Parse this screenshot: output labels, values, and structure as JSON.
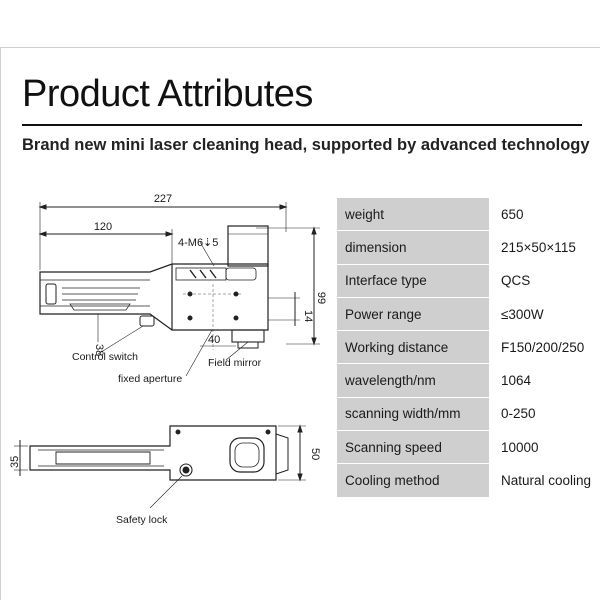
{
  "header": {
    "title": "Product Attributes",
    "subtitle": "Brand new mini laser cleaning head, supported by advanced technology"
  },
  "drawing": {
    "dimensions": {
      "overall_length": "227",
      "body_length": "120",
      "screw_holes": "4-M6⇣5",
      "height": "99",
      "mirror_height": "14",
      "switch_offset": "38",
      "mirror_offset": "40",
      "width_bottom": "50",
      "handle_width": "35"
    },
    "callouts": {
      "control_switch": "Control switch",
      "fixed_aperture": "fixed aperture",
      "field_mirror": "Field mirror",
      "safety_lock": "Safety lock"
    }
  },
  "specs": [
    {
      "key": "weight",
      "value": "650"
    },
    {
      "key": "dimension",
      "value": "215×50×115"
    },
    {
      "key": "Interface type",
      "value": "QCS"
    },
    {
      "key": "Power range",
      "value": "≤300W"
    },
    {
      "key": "Working distance",
      "value": "F150/200/250"
    },
    {
      "key": "wavelength/nm",
      "value": "1064"
    },
    {
      "key": "scanning width/mm",
      "value": "0-250"
    },
    {
      "key": "Scanning speed",
      "value": "10000"
    },
    {
      "key": "Cooling method",
      "value": "Natural cooling"
    }
  ],
  "colors": {
    "key_cell_bg": "#cfcfcf",
    "text": "#1a1a1a"
  }
}
